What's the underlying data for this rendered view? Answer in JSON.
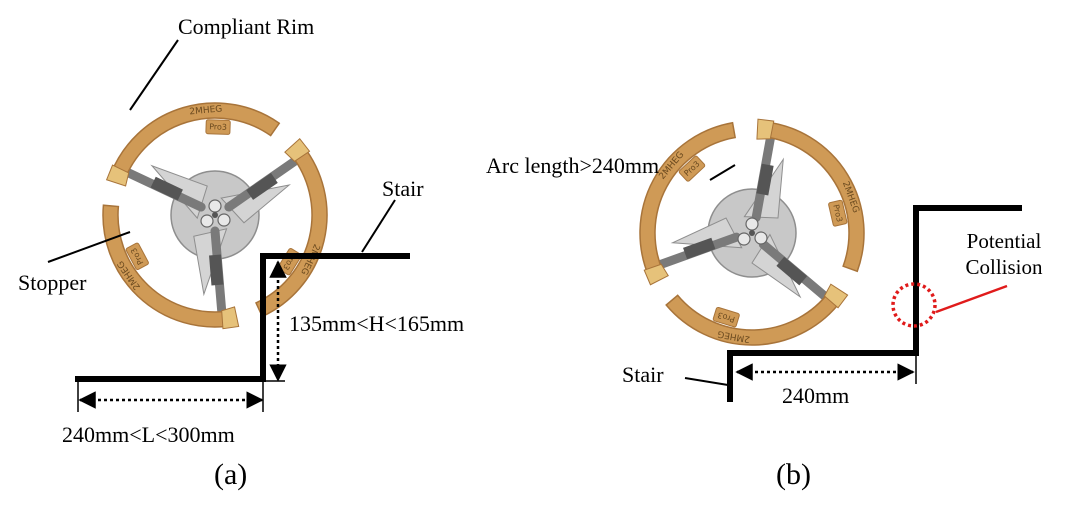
{
  "panel_a": {
    "caption": "(a)",
    "labels": {
      "compliant_rim": "Compliant Rim",
      "stair": "Stair",
      "stopper": "Stopper",
      "height": "135mm<H<165mm",
      "length": "240mm<L<300mm"
    },
    "rim_engraving": "2MHEG",
    "rim_engraving_2": "Pro3"
  },
  "panel_b": {
    "caption": "(b)",
    "labels": {
      "arc_length": "Arc length>240mm",
      "potential_collision": "Potential Collision",
      "stair": "Stair",
      "step_length": "240mm"
    },
    "rim_engraving": "2MHEG",
    "rim_engraving_2": "Pro3"
  },
  "colors": {
    "rim": "#cf9a56",
    "rim_dark": "#a8743a",
    "hub": "#c8c8c8",
    "hub_dark": "#8e8e8e",
    "collision": "#e01b1b",
    "stair": "#000000"
  }
}
